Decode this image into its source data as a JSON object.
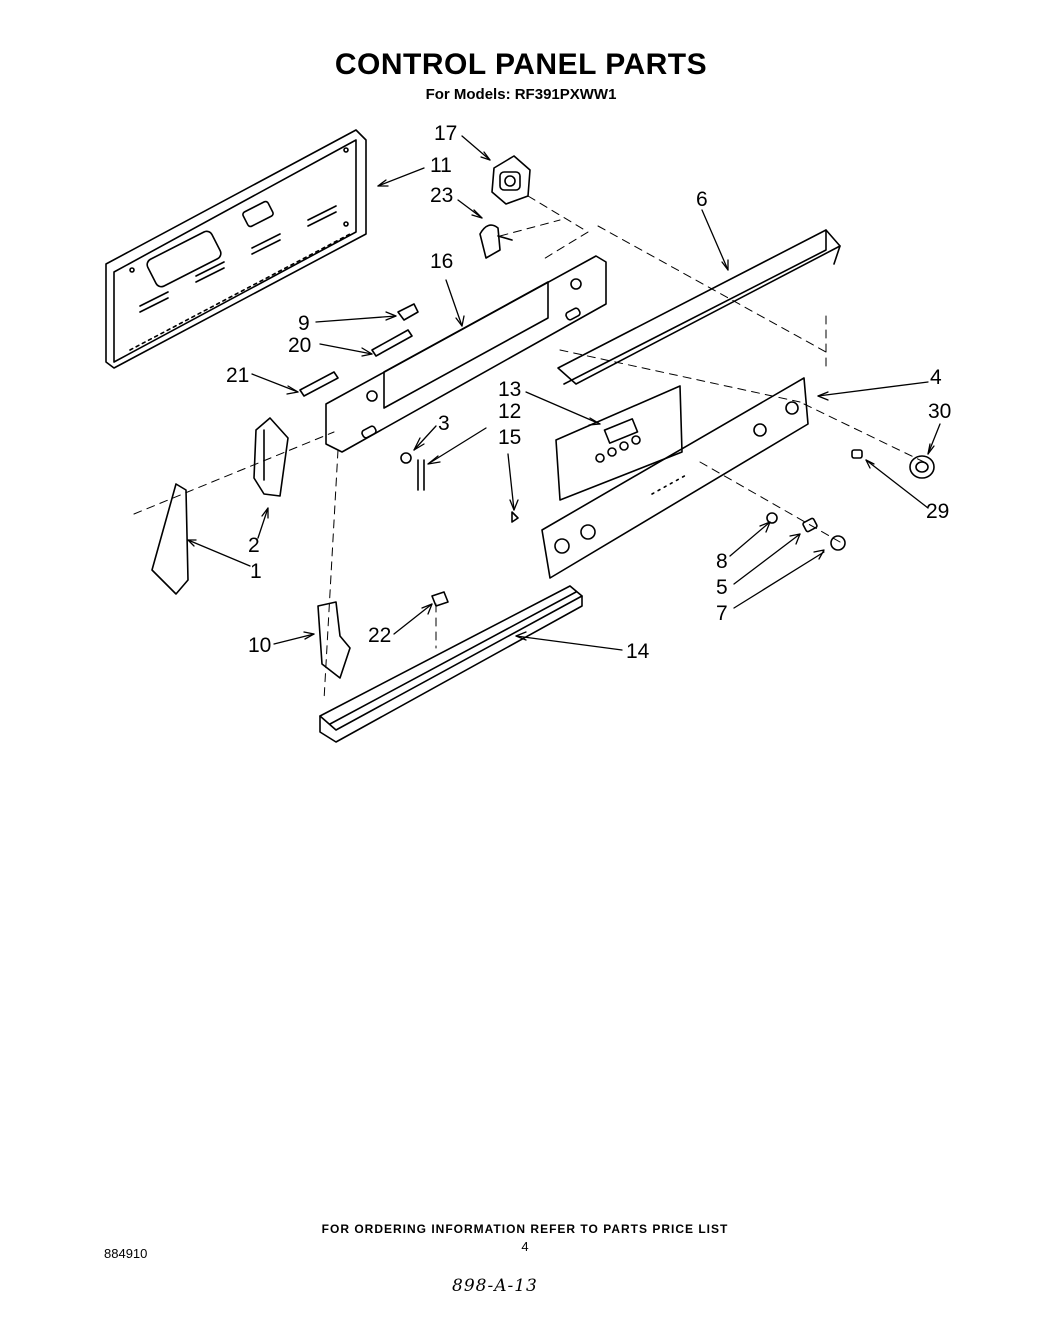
{
  "header": {
    "title": "CONTROL PANEL PARTS",
    "subtitle": "For Models: RF391PXWW1"
  },
  "callouts": {
    "c17": "17",
    "c11": "11",
    "c23": "23",
    "c6": "6",
    "c16": "16",
    "c9": "9",
    "c20": "20",
    "c21": "21",
    "c13": "13",
    "c12": "12",
    "c3": "3",
    "c15": "15",
    "c4": "4",
    "c30": "30",
    "c29": "29",
    "c2": "2",
    "c1": "1",
    "c8": "8",
    "c5": "5",
    "c7": "7",
    "c10": "10",
    "c22": "22",
    "c14": "14"
  },
  "footer": {
    "ordering_note": "FOR ORDERING INFORMATION REFER TO PARTS PRICE LIST",
    "page_number": "4",
    "document_code": "884910",
    "handwritten_ref": "898-A-13"
  }
}
